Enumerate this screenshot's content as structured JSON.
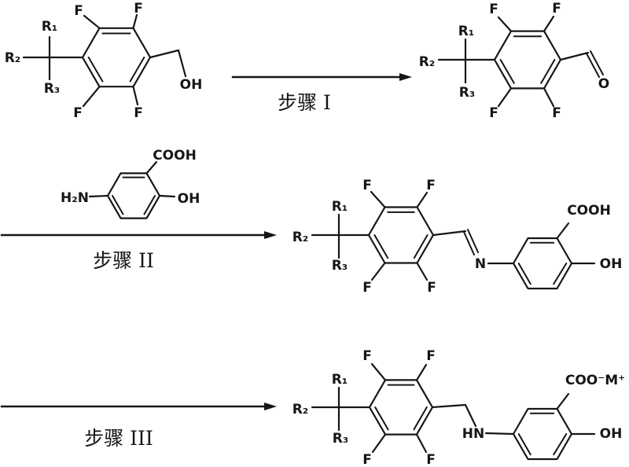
{
  "figure": {
    "background": "#ffffff",
    "ink": "#161616",
    "steps": [
      {
        "label": "步骤 I"
      },
      {
        "label": "步骤 II"
      },
      {
        "label": "步骤 III"
      }
    ],
    "atoms": {
      "f": "F",
      "r1": "R₁",
      "r2": "R₂",
      "r3": "R₃",
      "oh": "OH",
      "o": "O",
      "cooh": "COOH",
      "h2n": "H₂N",
      "n": "N",
      "hn": "HN",
      "coo_m": "COO⁻M⁺"
    }
  }
}
